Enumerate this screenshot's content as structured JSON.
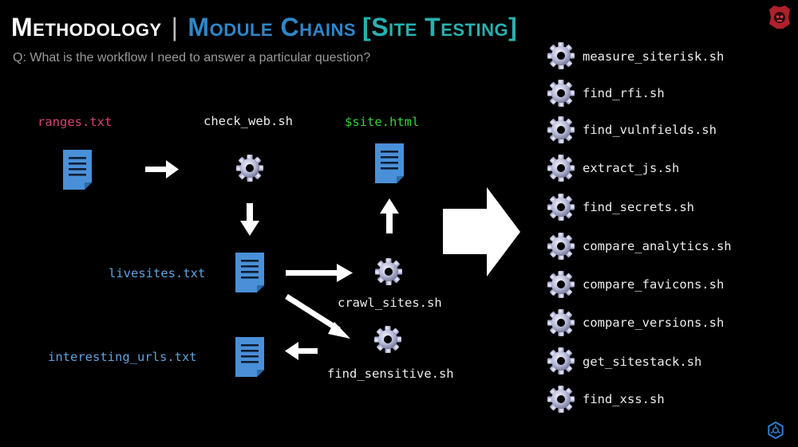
{
  "header": {
    "title_main": "Methodology",
    "separator": "|",
    "title_section": "Module Chains",
    "title_sub": "[Site Testing]",
    "question": "Q: What is the workflow I need to answer a particular question?"
  },
  "flow": {
    "ranges_label": "ranges.txt",
    "check_web_label": "check_web.sh",
    "site_html_label": "$site.html",
    "livesites_label": "livesites.txt",
    "crawl_sites_label": "crawl_sites.sh",
    "interesting_urls_label": "interesting_urls.txt",
    "find_sensitive_label": "find_sensitive.sh"
  },
  "tools": [
    "measure_siterisk.sh",
    "find_rfi.sh",
    "find_vulnfields.sh",
    "extract_js.sh",
    "find_secrets.sh",
    "compare_analytics.sh",
    "compare_favicons.sh",
    "compare_versions.sh",
    "get_sitestack.sh",
    "find_xss.sh"
  ],
  "colors": {
    "pink": "#d8436f",
    "green": "#36d238",
    "blue": "#5ea2dd",
    "title_blue": "#2f86c9",
    "title_teal": "#2ab0b0",
    "doc_blue": "#4a90d9"
  },
  "icons": [
    "document-icon",
    "gear-icon",
    "arrow-icon",
    "logo-icon",
    "hex-logo-icon"
  ]
}
